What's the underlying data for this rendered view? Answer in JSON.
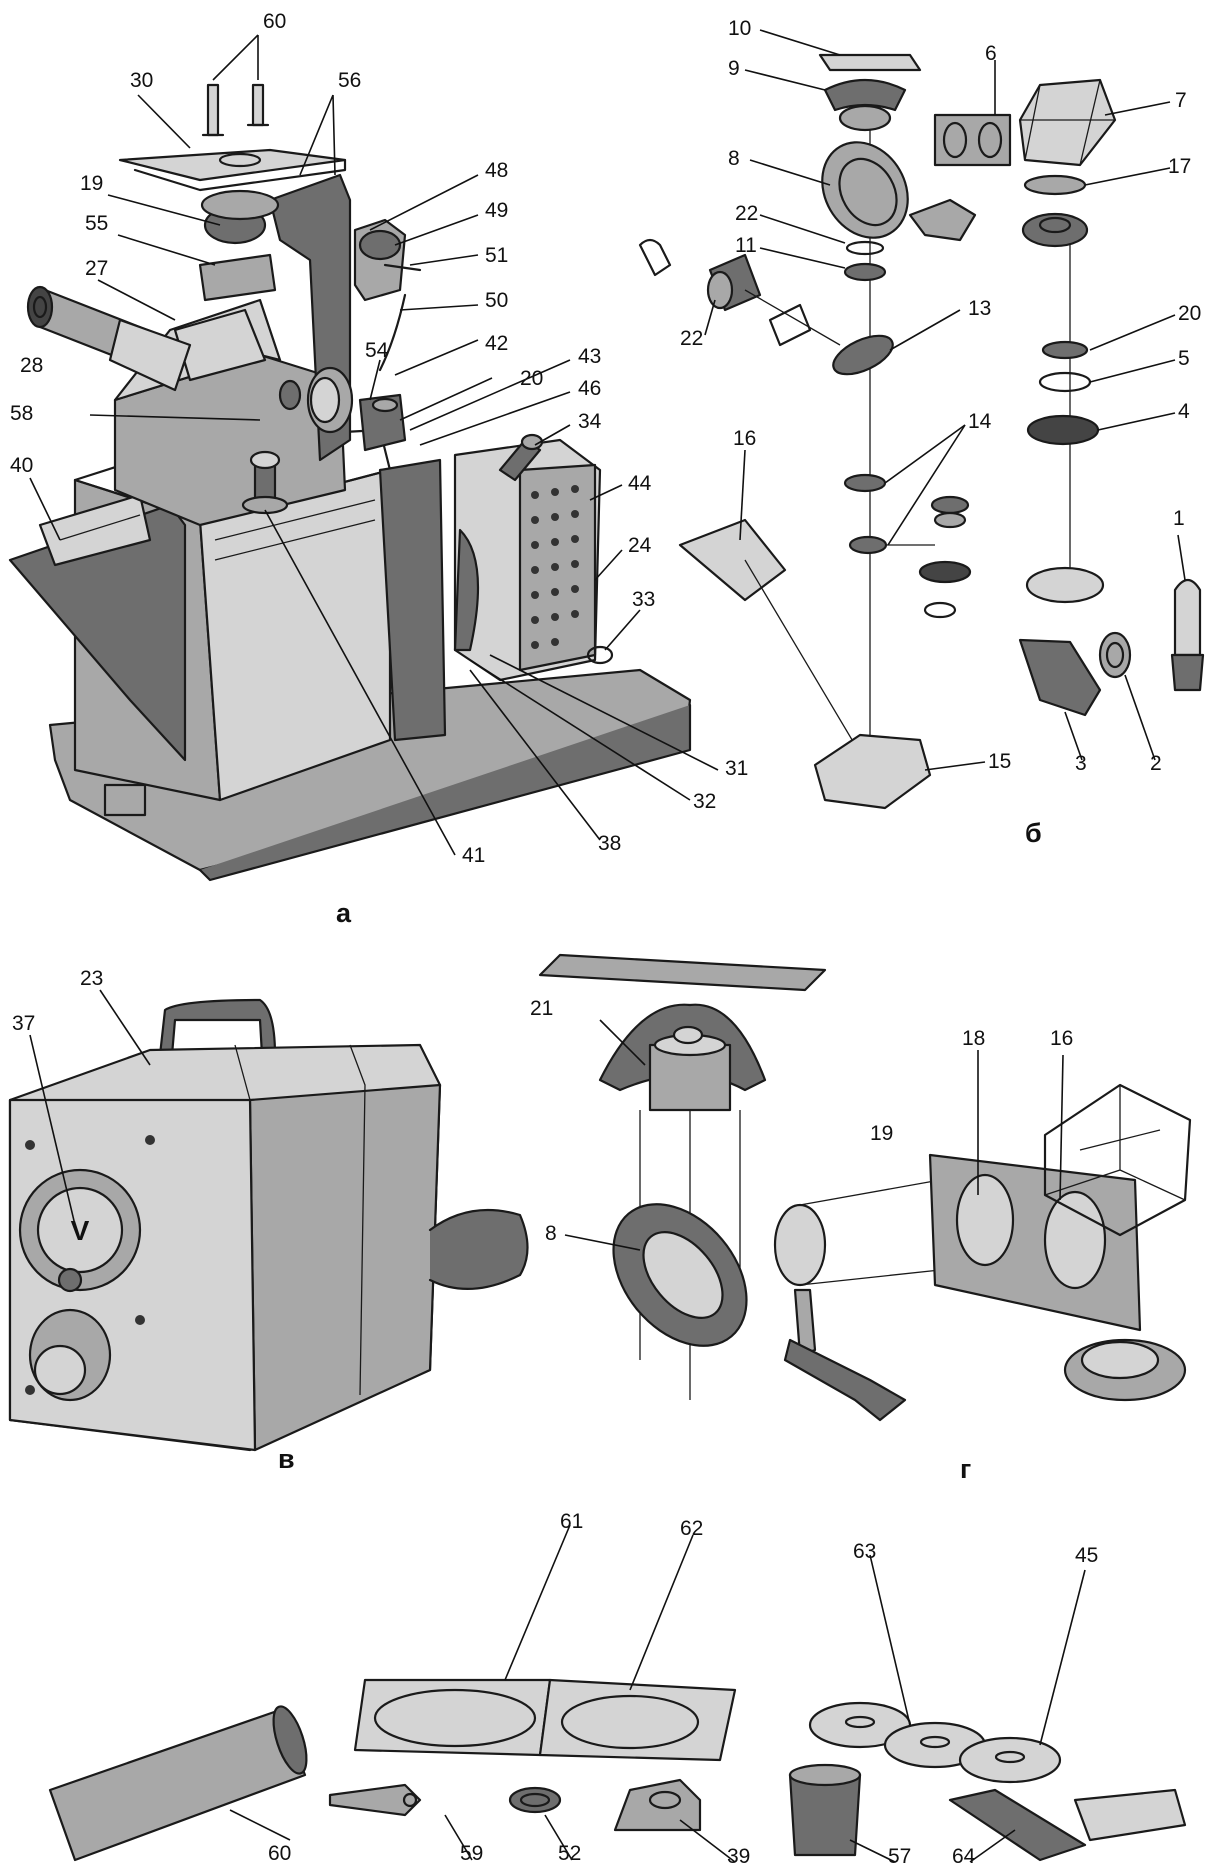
{
  "panels": {
    "a": "а",
    "b": "б",
    "v": "в",
    "g": "г"
  },
  "callouts": {
    "a": [
      "60",
      "30",
      "56",
      "19",
      "55",
      "27",
      "28",
      "58",
      "40",
      "48",
      "49",
      "51",
      "50",
      "54",
      "42",
      "20",
      "43",
      "46",
      "34",
      "44",
      "24",
      "33",
      "31",
      "32",
      "38",
      "41"
    ],
    "b": [
      "10",
      "9",
      "8",
      "22",
      "11",
      "22",
      "13",
      "6",
      "7",
      "17",
      "20",
      "5",
      "4",
      "14",
      "16",
      "15",
      "1",
      "3",
      "2"
    ],
    "v": [
      "23",
      "37"
    ],
    "g": [
      "21",
      "8",
      "19",
      "18",
      "16"
    ],
    "parts": [
      "61",
      "62",
      "63",
      "45",
      "60",
      "59",
      "52",
      "39",
      "57",
      "64"
    ]
  },
  "meter_label": "V"
}
